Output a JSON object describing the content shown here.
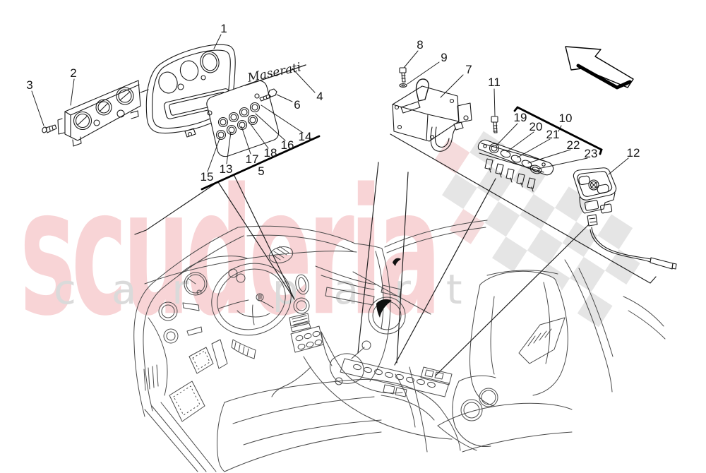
{
  "watermark": {
    "brand": "scuderia",
    "tagline": "car parts"
  },
  "diagram": {
    "script_logo": "Maserati",
    "callouts": [
      {
        "n": "1"
      },
      {
        "n": "2"
      },
      {
        "n": "3"
      },
      {
        "n": "4"
      },
      {
        "n": "5"
      },
      {
        "n": "6"
      },
      {
        "n": "7"
      },
      {
        "n": "8"
      },
      {
        "n": "9"
      },
      {
        "n": "10"
      },
      {
        "n": "11"
      },
      {
        "n": "12"
      },
      {
        "n": "13"
      },
      {
        "n": "14"
      },
      {
        "n": "15"
      },
      {
        "n": "16"
      },
      {
        "n": "17"
      },
      {
        "n": "18"
      },
      {
        "n": "19"
      },
      {
        "n": "20"
      },
      {
        "n": "21"
      },
      {
        "n": "22"
      },
      {
        "n": "23"
      }
    ]
  },
  "colors": {
    "brand_pink": "#f8d4d6",
    "tagline_gray": "#dadada",
    "checker_gray": "#e4e4e4",
    "checker_pink": "#f5dadb",
    "art_line": "#4a4a4a",
    "part_line": "#1b1b1b"
  }
}
